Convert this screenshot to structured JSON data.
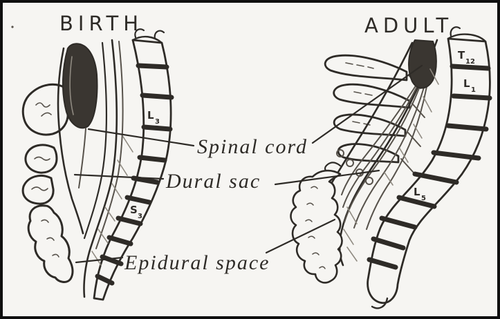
{
  "figure_titles": {
    "left": "BIRTH",
    "right": "ADULT"
  },
  "annotations": {
    "spinal_cord": "Spinal cord",
    "dural_sac": "Dural sac",
    "epidural_space": "Epidural space"
  },
  "vertebrae": {
    "birth": [
      {
        "id": "l3",
        "main": "L",
        "sub": "3"
      },
      {
        "id": "s3",
        "main": "S",
        "sub": "3"
      }
    ],
    "adult": [
      {
        "id": "t12",
        "main": "T",
        "sub": "12"
      },
      {
        "id": "l1",
        "main": "L",
        "sub": "1"
      },
      {
        "id": "l5",
        "main": "L",
        "sub": "5"
      }
    ]
  },
  "colors": {
    "ink": "#2e2b27",
    "ink_soft": "#57524b",
    "shade": "#8f8a81",
    "cord_fill": "#3a3631",
    "paper": "#f6f5f2",
    "border": "#0f0f0f"
  }
}
